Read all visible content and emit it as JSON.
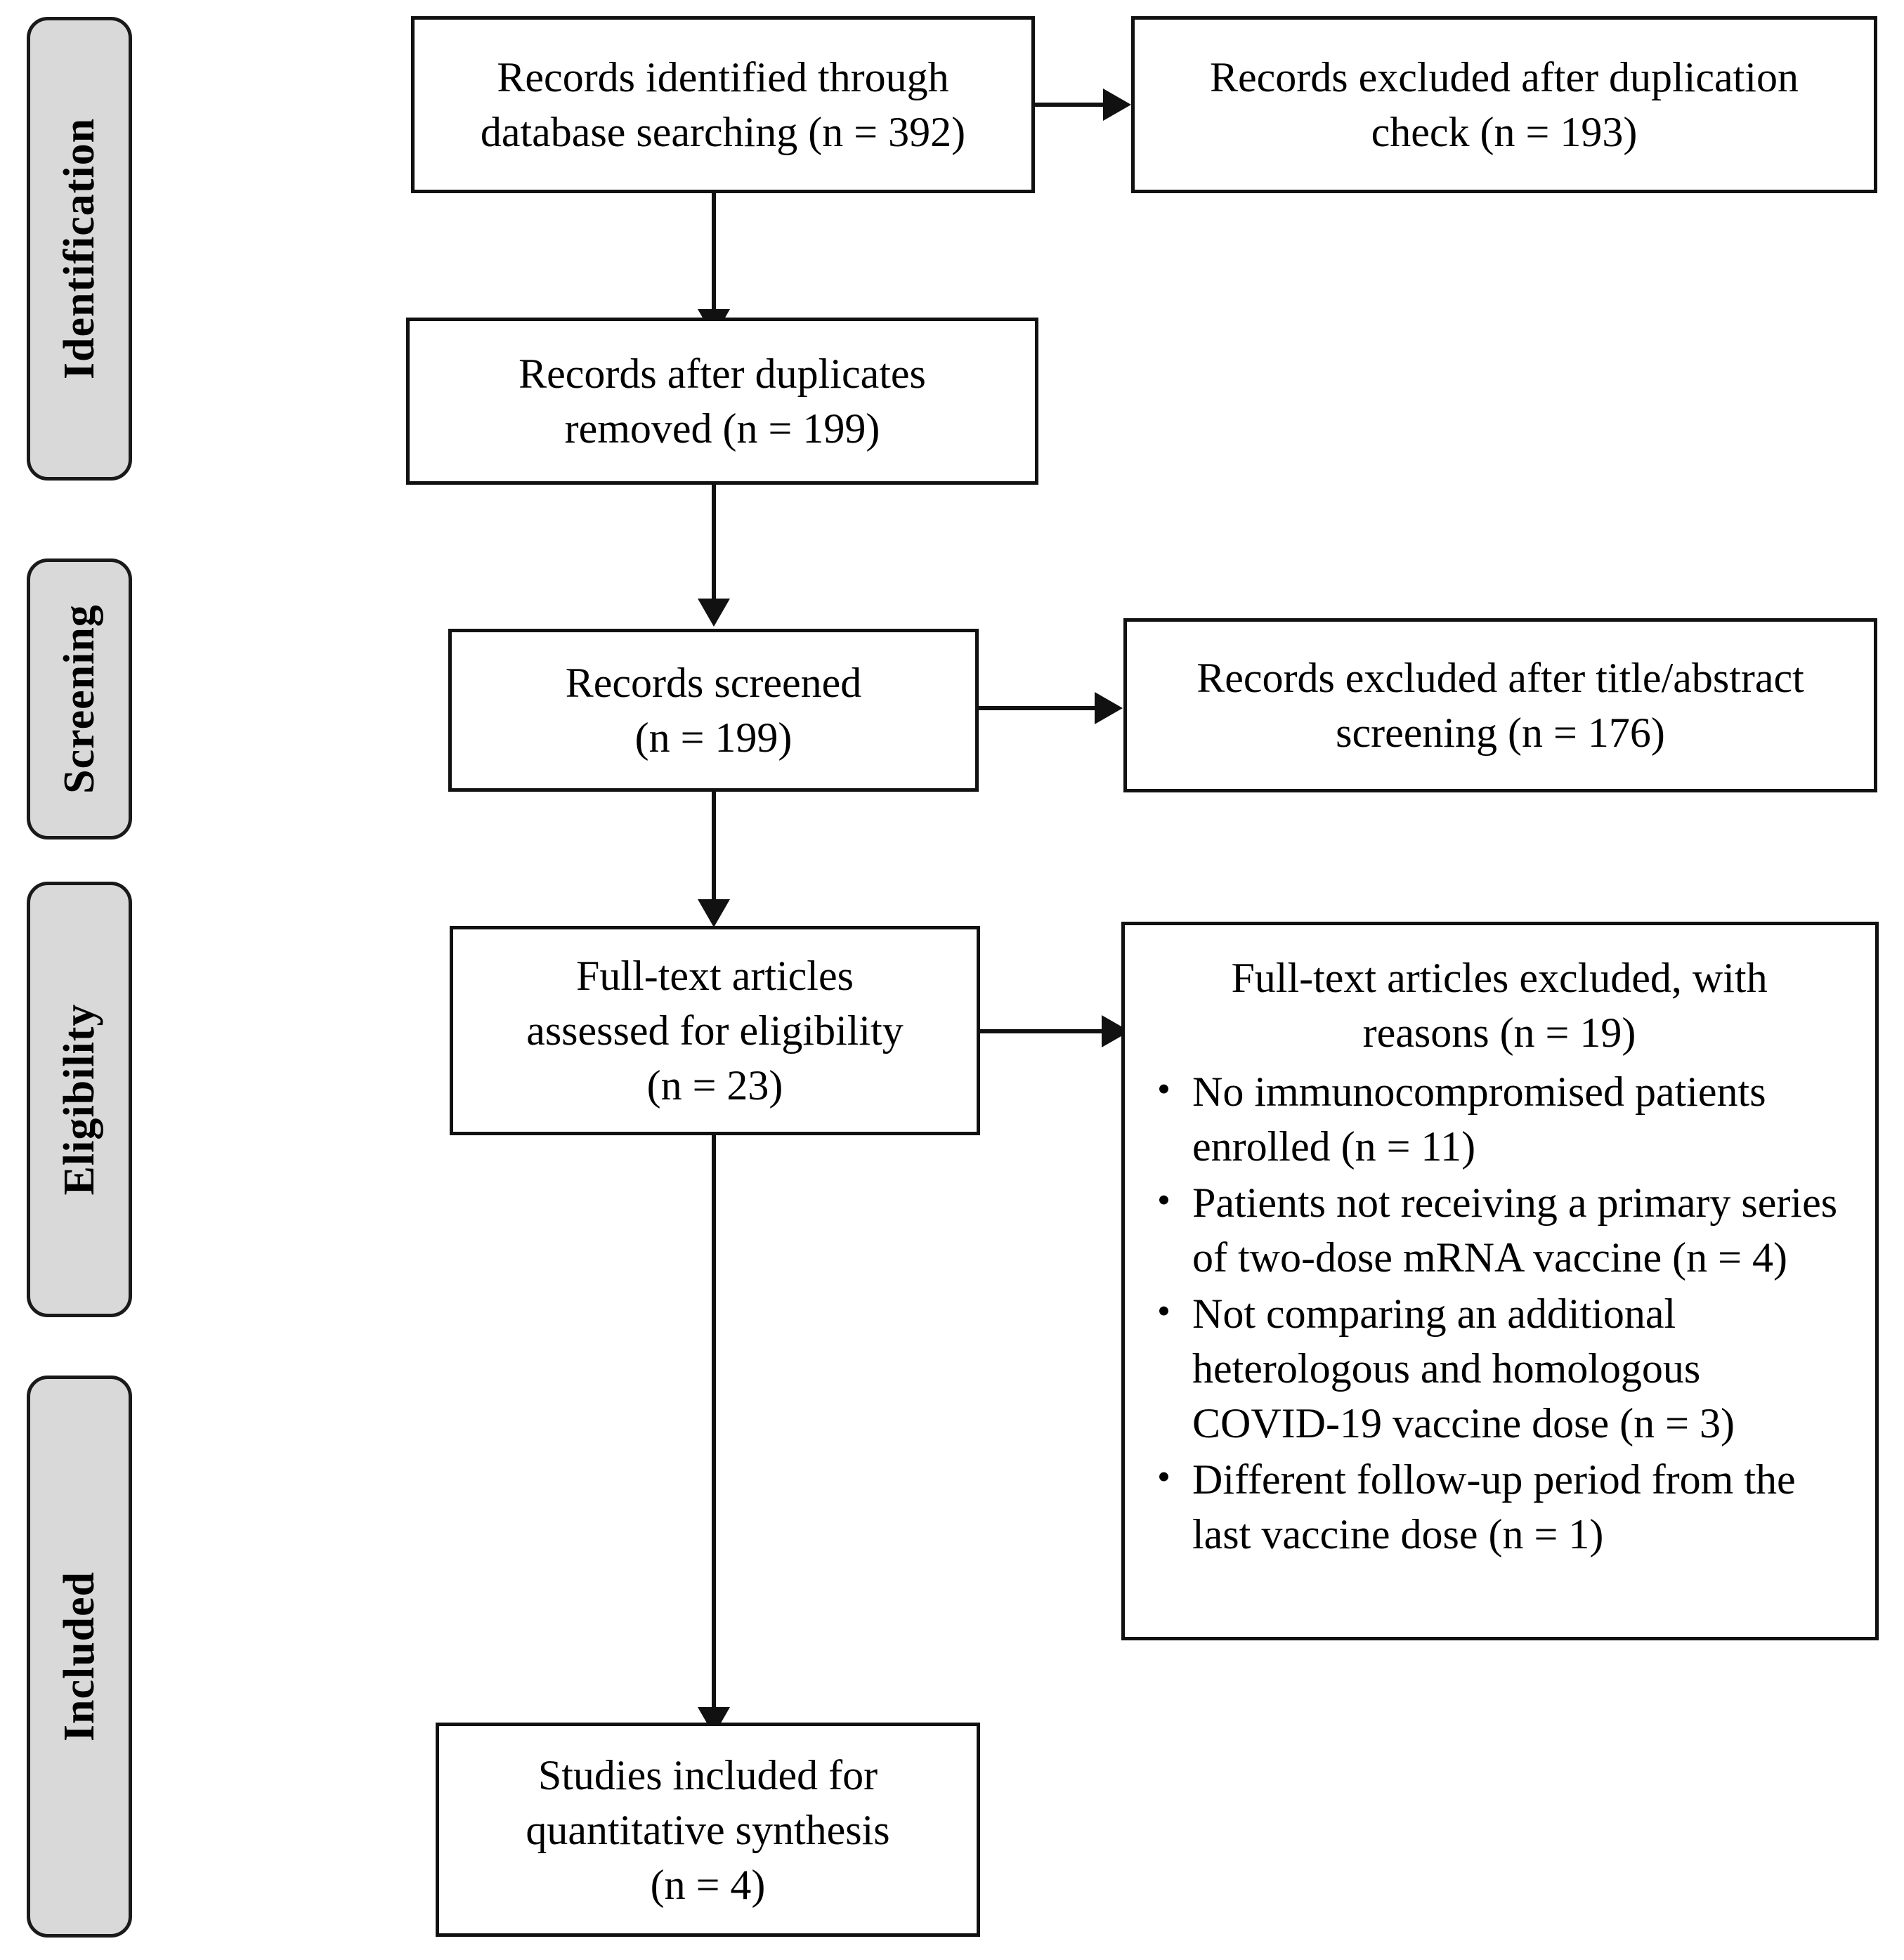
{
  "diagram": {
    "title": "PRISMA study selection flow diagram",
    "colors": {
      "stage_fill": "#d9d9d9",
      "stage_border": "#1a1a1a",
      "box_border": "#111111",
      "connector": "#111111",
      "background": "#ffffff",
      "text": "#000000"
    }
  },
  "stages": [
    {
      "id": "identification",
      "label": "Identification"
    },
    {
      "id": "screening",
      "label": "Screening"
    },
    {
      "id": "eligibility",
      "label": "Eligibility"
    },
    {
      "id": "included",
      "label": "Included"
    }
  ],
  "boxes": {
    "records_identified": {
      "line1": "Records identified through",
      "line2": "database searching (n = 392)",
      "count": 392
    },
    "records_excluded_duplication": {
      "line1": "Records excluded after duplication",
      "line2": "check (n = 193)",
      "count": 193
    },
    "records_after_duplicates": {
      "line1": "Records after duplicates",
      "line2": "removed (n = 199)",
      "count": 199
    },
    "records_screened": {
      "line1": "Records screened",
      "line2": "(n = 199)",
      "count": 199
    },
    "records_excluded_title_abstract": {
      "line1": "Records excluded after title/abstract",
      "line2": "screening (n = 176)",
      "count": 176
    },
    "fulltext_assessed": {
      "line1": "Full-text articles",
      "line2": "assessed for eligibility",
      "line3": "(n = 23)",
      "count": 23
    },
    "fulltext_excluded": {
      "head_line1": "Full-text articles excluded, with",
      "head_line2": "reasons (n = 19)",
      "count": 19,
      "bullet_glyph": "•",
      "reasons": [
        {
          "text": "No immunocompromised patients enrolled (n = 11)",
          "count": 11
        },
        {
          "text": "Patients not receiving a primary series of two-dose mRNA vaccine (n = 4)",
          "count": 4
        },
        {
          "text": "Not comparing an additional heterologous and homologous COVID-19 vaccine dose (n = 3)",
          "count": 3
        },
        {
          "text": "Different follow-up period from the last vaccine dose (n = 1)",
          "count": 1
        }
      ]
    },
    "studies_included": {
      "line1": "Studies included for",
      "line2": "quantitative synthesis",
      "line3": "(n = 4)",
      "count": 4
    }
  }
}
